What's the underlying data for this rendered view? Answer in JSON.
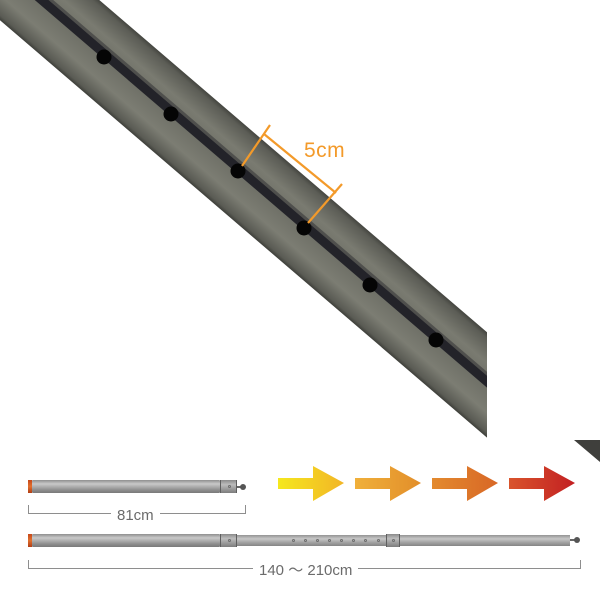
{
  "closeup": {
    "description": "Close-up of telescopic pole showing adjustment holes",
    "hole_spacing_label": "5cm",
    "pole_color": "#5e5f58",
    "groove_color": "#1a1a22",
    "dimension_color": "#f39a2a",
    "hole_count_visible": 6
  },
  "collapsed_pole": {
    "length_label": "81cm"
  },
  "extended_pole": {
    "length_label": "140 ～ 210cm",
    "adjustment_holes": 8
  },
  "arrows": [
    {
      "name": "arrow-1",
      "color_from": "#f5e81e",
      "color_to": "#f2b526"
    },
    {
      "name": "arrow-2",
      "color_from": "#f0b03a",
      "color_to": "#e28e2a"
    },
    {
      "name": "arrow-3",
      "color_from": "#e38a2e",
      "color_to": "#d86726"
    },
    {
      "name": "arrow-4",
      "color_from": "#d9542c",
      "color_to": "#c21f22"
    }
  ],
  "colors": {
    "background": "#ffffff",
    "label_text": "#6b6b6b",
    "end_cap": "#d85a22"
  }
}
